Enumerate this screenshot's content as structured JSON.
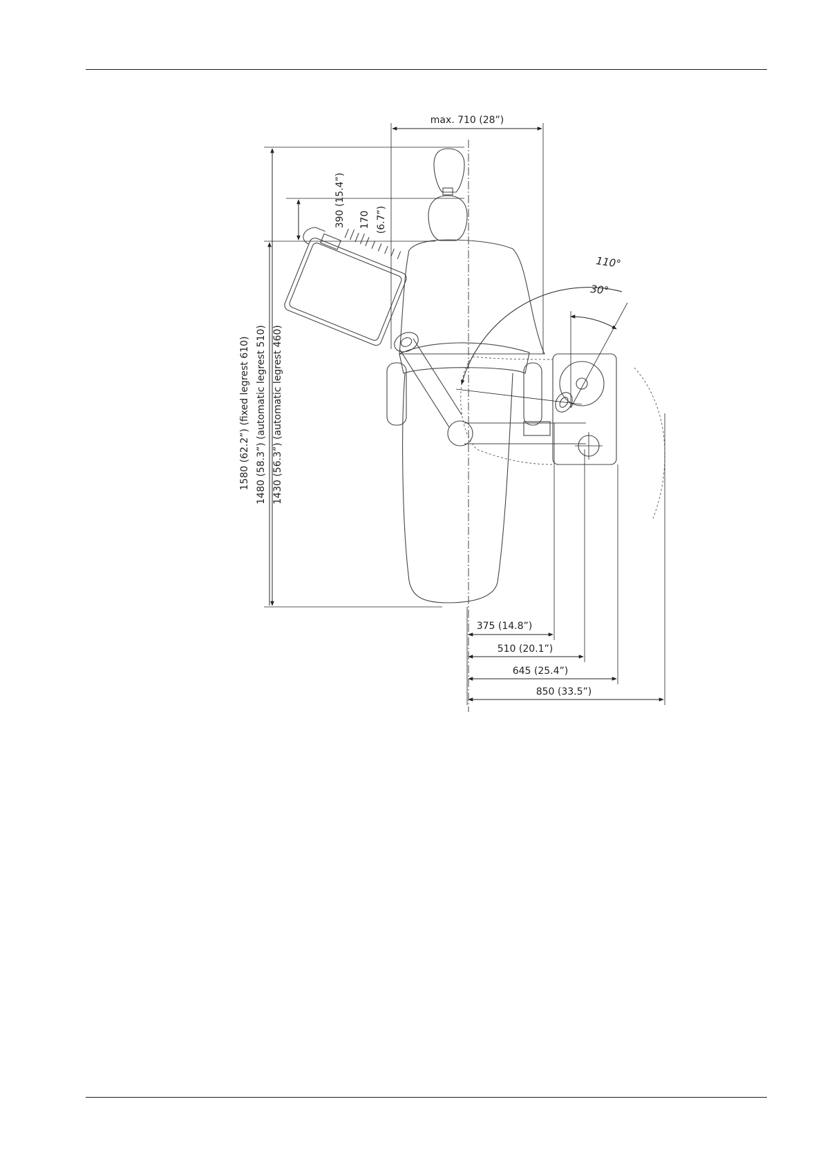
{
  "diagram": {
    "dimensions": {
      "width_max": "max. 710 (28”)",
      "headrest_travel": "390 (15.4”)",
      "headrest_step_value": "170",
      "headrest_step_inch": "(6.7”)",
      "length_fixed_legrest": "1580 (62.2”) (fixed legrest 610)",
      "length_auto_510": "1480 (58.3”) (automatic legrest 510)",
      "length_auto_460": "1430 (56.3”) (automatic legrest 460)",
      "offset_375": "375 (14.8”)",
      "offset_510": "510 (20.1”)",
      "offset_645": "645 (25.4”)",
      "offset_850": "850 (33.5”)"
    },
    "angles": {
      "swing_large": "110°",
      "swing_small": "30°"
    }
  }
}
